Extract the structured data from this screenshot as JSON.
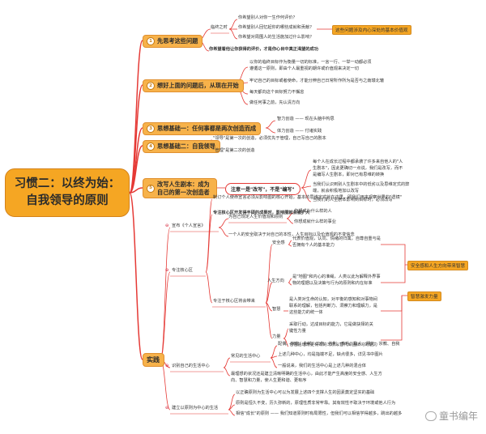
{
  "root": {
    "title": "习惯二：以终为始：自我领导的原则"
  },
  "branches": [
    {
      "num": "1",
      "title": "先思考这些问题"
    },
    {
      "num": "2",
      "title": "想好上面的问题后，从现在开始"
    },
    {
      "num": "3",
      "title": "思想基础一：任何事都是两次创造而成"
    },
    {
      "num": "4",
      "title": "思想基础二：自我领导"
    },
    {
      "num": "5",
      "title": "改写人生剧本：成为自己的第一次创造者"
    },
    {
      "title": "实践"
    }
  ],
  "b1": {
    "sub": "临终之时",
    "q1": "你希望别人对你一生作何评价？",
    "q2": "你希望别人回忆起你的哪些成就和贡献？",
    "q3": "你希望对周围人的生活施加过什么影响？",
    "tag": "这些问题涉及内心深处的基本价值观",
    "bold": "你希望着他让你获得的评价，才是你心目中真正渴望的成功"
  },
  "b2": {
    "l1": "以你的临终目标作为衡量一切的标准，一言一行、一举一动都必须",
    "l2": "遵循这一原则，即由个人最重视的期许或价值观来决定一切",
    "l3": "牢记自己的目标或者使命，才能分辨自己日常所作所为是否与之南辕北辙",
    "l4": "每天都向这个目标努力不懈怠",
    "l5": "做任何事之前，先认清方向"
  },
  "b3": {
    "l1": "智力创造 —— 现在头脑中构思",
    "l2": "体力创造 —— 付诸实践"
  },
  "b4": {
    "l1": "\"领导\"是第一次的创造，必须优先于管理，自己写自己的剧本",
    "l2": "\"管理\"是第二次的创造"
  },
  "b5": {
    "red": "注意一是\"改写\"，不是\"编写\"",
    "l1": "每个人在成长过程中都承袭了许多来自他人的\"人",
    "l2": "生剧本\"，因此更确切一点说，我们是改写，而不",
    "l3": "是编写人生剧本，即对已有思维的转换",
    "l4": "当我们认识到别人生剧本中的低劣以及思维定式的弊",
    "l5": "端，就会积极地加以改写",
    "l6": "当我们的人生剧本影响到目标时，必须改写"
  },
  "p1": {
    "label": "宣布《个人宣言》",
    "sub1": "为自己规定人生价值观和原则",
    "sub1a": "你想成为什么样的人",
    "sub1b": "你想成就什么样的事业",
    "sub2": "一个人的安全取决于对自己的本性，人生目标以及价值观的不变信念"
  },
  "p2": {
    "label": "专注核心区",
    "top": "制订个人使命宣言必须从影响圈的核心开始，基本的思维定式就在这里，即我们用来观察世界的\"透镜\"",
    "bold": "专注核心区开发得丰硕的成果时，影响圈就会被扩大",
    "center": "专注于核心区将会带来",
    "safe": "安全感",
    "safe1": "代表价值观，认同、情绪的归属，自尊自重与是",
    "safe2": "否拥有个人的基本能力",
    "dir": "人生方向",
    "dir1": "是\"地图\"和内心的准绳，人类以此为解释外界事",
    "dir2": "物的理据以及决策与行为的原则和内在标准",
    "wis": "智慧",
    "wis1": "是人类对生命的认知，对平衡的感知和对事物间",
    "wis2": "联系的理解，包括判断力、洞察力和理解力，是",
    "wis3": "这些能力的统一体",
    "pow": "力量",
    "pow1": "采取行动，达成目标的能力，它是做抉择的关",
    "pow2": "键性力量",
    "pow3": "也包括培育更有效的习惯以替代顽固旧习的能力",
    "tag1": "安全感和人生方向带来智慧",
    "tag2": "智慧激发力量"
  },
  "p3": {
    "label": "识别自己的生活中心",
    "sub": "常见的生活中心",
    "l1": "配偶、家庭、金钱、工作、名利、享乐、敌人、朋友、宗教、自我",
    "l2": "上述几种中心，均是指端不足，缺点很多，详见书中图片",
    "l2a": "上述几种中心，均是指端不足，变数千人 ——",
    "l3": "一般说来，我们的生活中心是上述几种的混合体",
    "l4": "最理想的状况还是建立清晰明确的生活中心，由此才能产生高度的安全感、人生方",
    "l5": "向、智慧和力量，使人生更和谐、更有序"
  },
  "p4": {
    "label": "建立以原则为中心的生活",
    "l1": "以正确原则为生活中心可以为发展上述四个支撑人生的因素奠定坚实的基础",
    "l2": "原则是恒久不变，历久弥新的，原理性质非常牢靠。其有效性不取决于环境或他人行为",
    "l3": "相信\"成长\"的原则 —— 我们知道原则时有局限性，但我们可以相信学得越多，跳出的越多"
  },
  "watermark": "童书编年",
  "colors": {
    "branch": "#f5a623",
    "line": "#e53935",
    "accent": "#d0021b"
  }
}
